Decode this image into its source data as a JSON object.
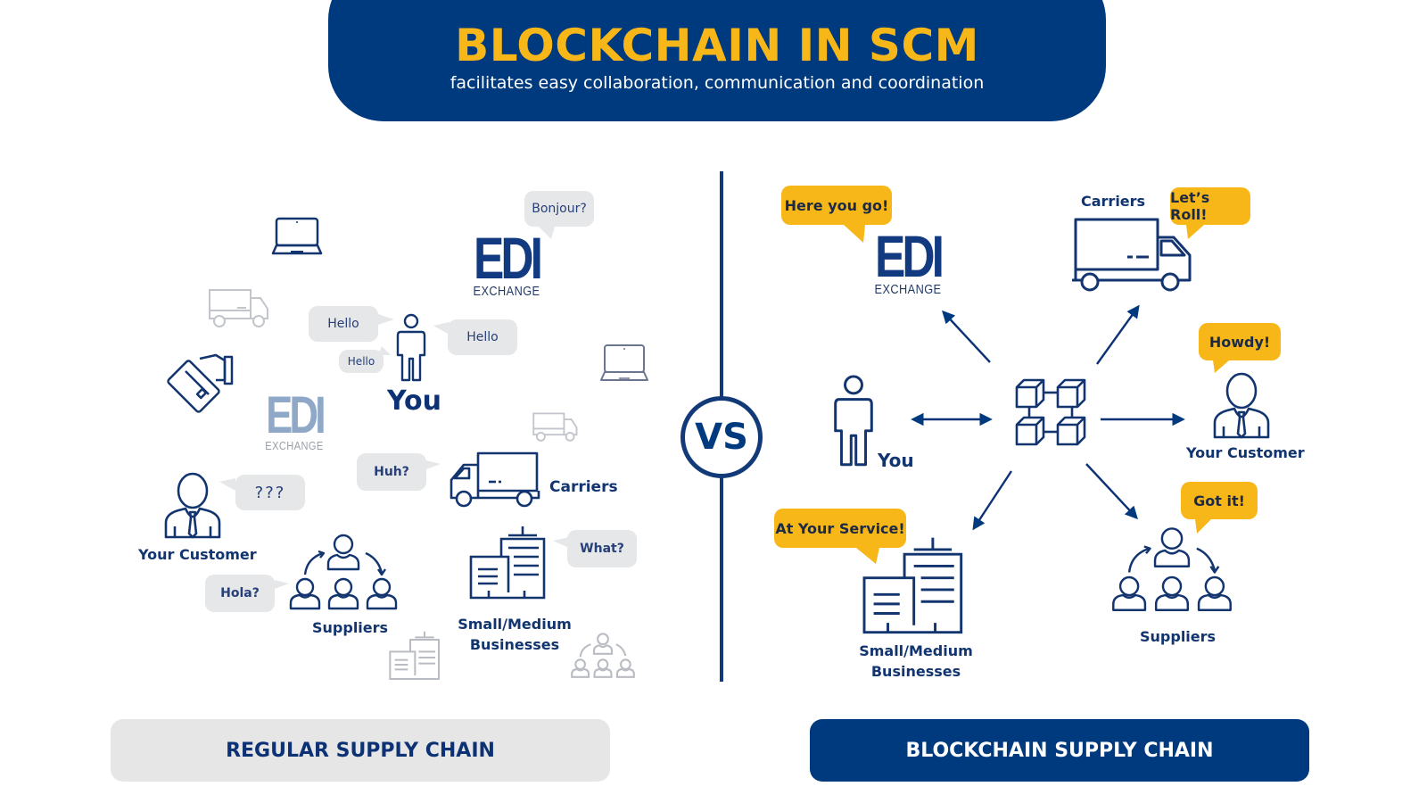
{
  "header": {
    "title": "BLOCKCHAIN IN SCM",
    "subtitle": "facilitates easy collaboration, communication and coordination"
  },
  "vs_label": "VS",
  "colors": {
    "navy": "#003a7e",
    "accent_yellow": "#f7b718",
    "bubble_gray": "#e6e7e8",
    "faded_gray": "#b9bcc2",
    "faded_edi": "#8fa8c8"
  },
  "regular": {
    "edi_primary": {
      "logo": "EDI",
      "sub": "EXCHANGE"
    },
    "edi_faded": {
      "logo": "EDI",
      "sub": "EXCHANGE"
    },
    "you_label": "You",
    "customer_label": "Your Customer",
    "suppliers_label": "Suppliers",
    "carriers_label": "Carriers",
    "smb_label_line1": "Small/Medium",
    "smb_label_line2": "Businesses",
    "bubbles": {
      "bonjour": "Bonjour?",
      "hello_left": "Hello",
      "hello_small": "Hello",
      "hello_right": "Hello",
      "huh": "Huh?",
      "question": "???",
      "hola": "Hola?",
      "what": "What?"
    },
    "icons": [
      "laptop-icon",
      "truck-icon",
      "card-payment-icon",
      "person-icon",
      "laptop-icon",
      "truck-icon",
      "businessman-icon",
      "team-icon",
      "building-icon"
    ]
  },
  "blockchain": {
    "edi": {
      "logo": "EDI",
      "sub": "EXCHANGE"
    },
    "carriers_label": "Carriers",
    "you_label": "You",
    "customer_label": "Your Customer",
    "suppliers_label": "Suppliers",
    "smb_label_line1": "Small/Medium",
    "smb_label_line2": "Businesses",
    "bubbles": {
      "edi": "Here you go!",
      "carriers": "Let’s Roll!",
      "customer": "Howdy!",
      "suppliers": "Got it!",
      "smb": "At Your Service!"
    },
    "hub_icon": "blockchain-icon"
  },
  "footer": {
    "left_label": "REGULAR SUPPLY CHAIN",
    "right_label": "BLOCKCHAIN SUPPLY CHAIN"
  }
}
